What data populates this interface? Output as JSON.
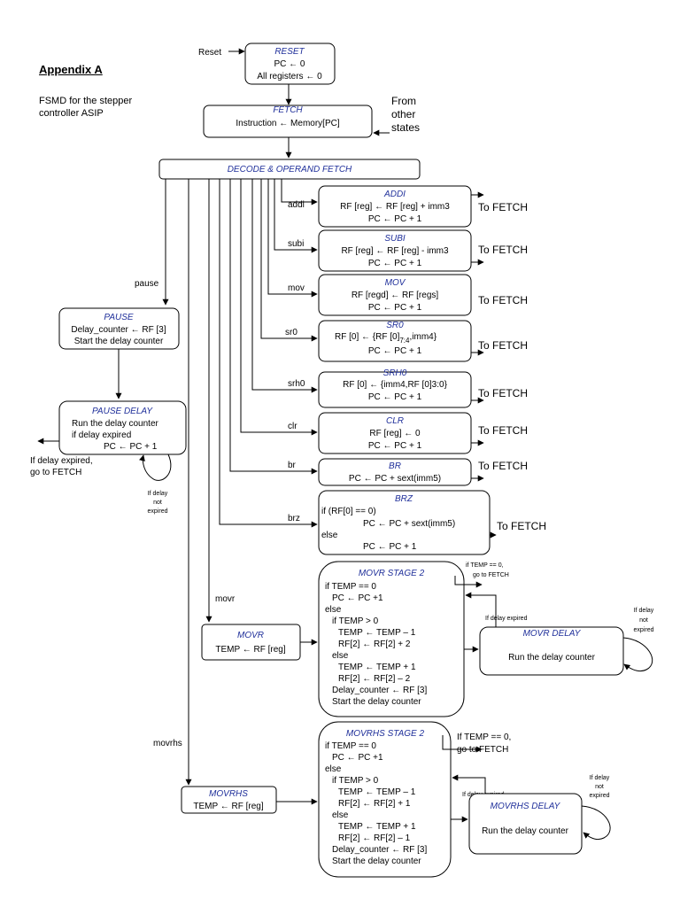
{
  "appendix": {
    "title": "Appendix A",
    "subtitle": "FSMD for the stepper controller ASIP"
  },
  "reset": {
    "input": "Reset",
    "title": "RESET",
    "lines": [
      "PC ← 0",
      "All registers ← 0"
    ]
  },
  "fetch": {
    "title": "FETCH",
    "line": "Instruction ← Memory[PC]",
    "from_other": [
      "From",
      "other",
      "states"
    ]
  },
  "decode": {
    "title": "DECODE & OPERAND FETCH"
  },
  "to_fetch": "To FETCH",
  "states": {
    "addi": {
      "edge": "addi",
      "title": "ADDI",
      "lines": [
        "RF [reg] ← RF [reg] + imm3",
        "PC ← PC + 1"
      ]
    },
    "subi": {
      "edge": "subi",
      "title": "SUBI",
      "lines": [
        "RF [reg] ← RF [reg] - imm3",
        "PC ← PC + 1"
      ]
    },
    "mov": {
      "edge": "mov",
      "title": "MOV",
      "lines": [
        "RF [regd] ← RF [regs]",
        "PC ← PC + 1"
      ]
    },
    "sr0": {
      "edge": "sr0",
      "title": "SR0",
      "line1_pre": "RF [0] ← {RF [0]",
      "line1_sub": "7:4",
      "line1_post": ",imm4}",
      "line2": "PC ← PC + 1"
    },
    "srh0": {
      "edge": "srh0",
      "title": "SRH0",
      "lines": [
        "RF [0] ← {imm4,RF [0]3:0}",
        "PC ← PC + 1"
      ]
    },
    "clr": {
      "edge": "clr",
      "title": "CLR",
      "lines": [
        "RF [reg] ← 0",
        "PC ← PC + 1"
      ]
    },
    "br": {
      "edge": "br",
      "title": "BR",
      "lines": [
        "PC ← PC + sext(imm5)"
      ]
    },
    "brz": {
      "edge": "brz",
      "title": "BRZ",
      "lines": [
        "if (RF[0] == 0)",
        "PC ← PC + sext(imm5)",
        "else",
        "PC ← PC + 1"
      ]
    }
  },
  "pause": {
    "edge": "pause",
    "title": "PAUSE",
    "lines": [
      "Delay_counter ← RF [3]",
      "Start the delay counter"
    ]
  },
  "pause_delay": {
    "title": "PAUSE DELAY",
    "lines": [
      "Run the delay counter",
      "if delay expired",
      "PC ← PC + 1"
    ],
    "exit_label": [
      "If delay expired,",
      "go to FETCH"
    ],
    "loop_label": [
      "If delay",
      "not",
      "expired"
    ]
  },
  "movr": {
    "edge": "movr",
    "title": "MOVR",
    "line": "TEMP ← RF [reg]"
  },
  "movr_stage2": {
    "title": "MOVR STAGE 2",
    "lines": [
      "if TEMP == 0",
      "PC ← PC +1",
      "else",
      "if TEMP > 0",
      "TEMP ← TEMP – 1",
      "RF[2] ← RF[2] + 2",
      "else",
      "TEMP ← TEMP + 1",
      "RF[2] ← RF[2] – 2",
      "Delay_counter ← RF [3]",
      "Start the delay counter"
    ],
    "exit_label": [
      "if TEMP == 0,",
      "go to FETCH"
    ],
    "expired_label": "If delay expired"
  },
  "movr_delay": {
    "title": "MOVR DELAY",
    "line": "Run the delay counter",
    "loop_label": [
      "If delay",
      "not",
      "expired"
    ]
  },
  "movrhs": {
    "edge": "movrhs",
    "title": "MOVRHS",
    "line": "TEMP ← RF [reg]"
  },
  "movrhs_stage2": {
    "title": "MOVRHS STAGE 2",
    "lines": [
      "if TEMP == 0",
      "PC ← PC +1",
      "else",
      "if TEMP > 0",
      "TEMP ← TEMP – 1",
      "RF[2] ← RF[2] + 1",
      "else",
      "TEMP ← TEMP + 1",
      "RF[2] ← RF[2] – 1",
      "Delay_counter ← RF [3]",
      "Start the delay counter"
    ],
    "exit_label": [
      "If TEMP == 0,",
      "go to FETCH"
    ],
    "expired_label": "If delay expired"
  },
  "movrhs_delay": {
    "title": "MOVRHS DELAY",
    "line": "Run the delay counter",
    "loop_label": [
      "If delay",
      "not",
      "expired"
    ]
  },
  "colors": {
    "state_title": "#1f2f9a",
    "stroke": "#000000",
    "background": "#ffffff"
  }
}
